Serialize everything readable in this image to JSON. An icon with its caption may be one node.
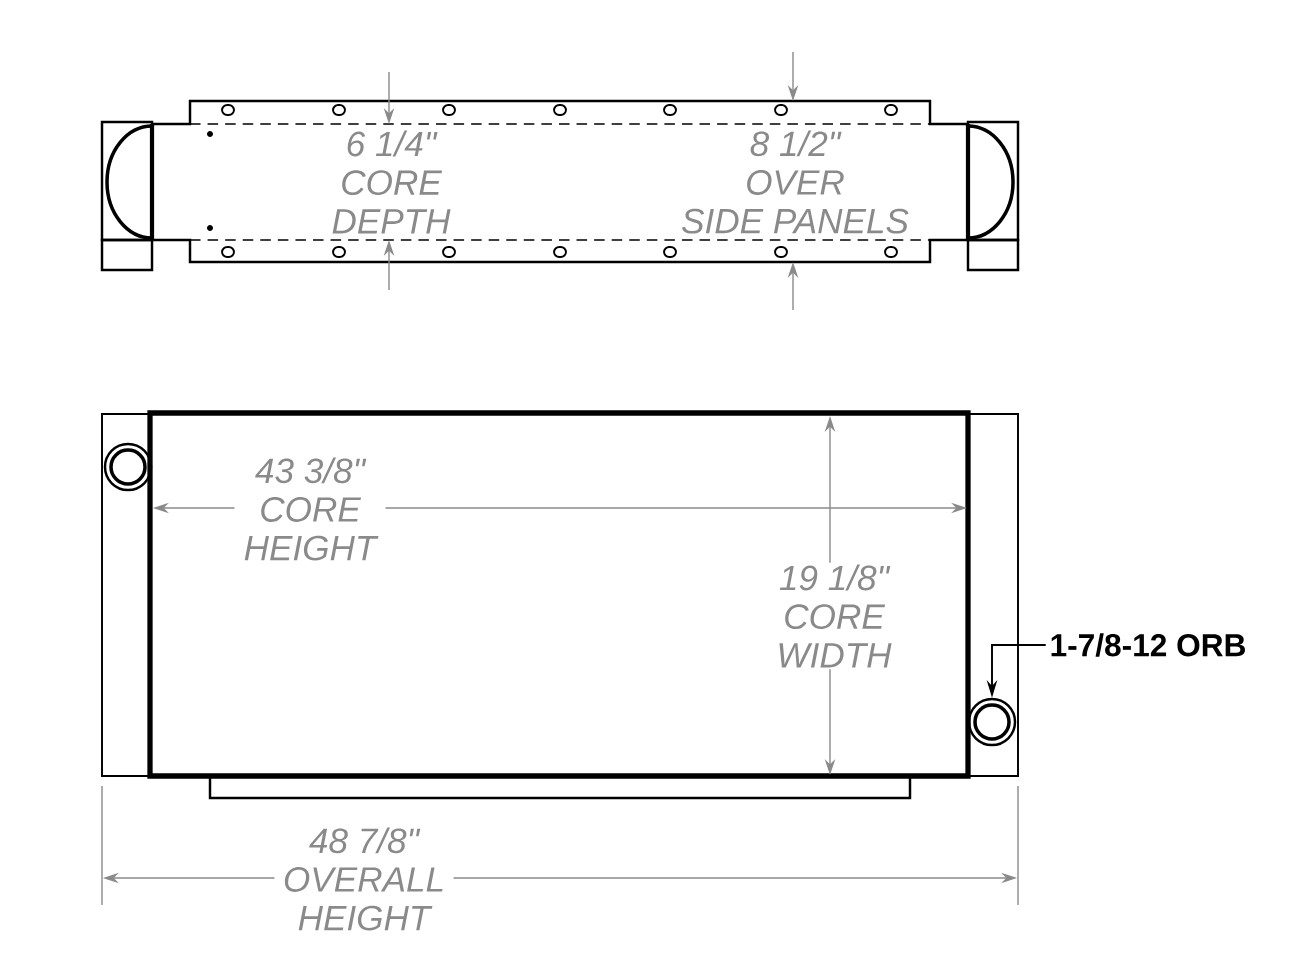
{
  "diagram": {
    "nodes": [
      {
        "text": [
          "1-7/8-12 ORB"
        ]
      },
      {
        "text": [],
        "shape": "circle"
      }
    ],
    "edges": [
      {
        "from": 0,
        "to": 1,
        "arrow": "to"
      }
    ],
    "labels": [
      "6 1/4\" CORE DEPTH",
      "8 1/2\" OVER SIDE PANELS",
      "43 3/8\" CORE HEIGHT",
      "19 1/8\" CORE WIDTH",
      "48 7/8\" OVERALL HEIGHT"
    ]
  }
}
